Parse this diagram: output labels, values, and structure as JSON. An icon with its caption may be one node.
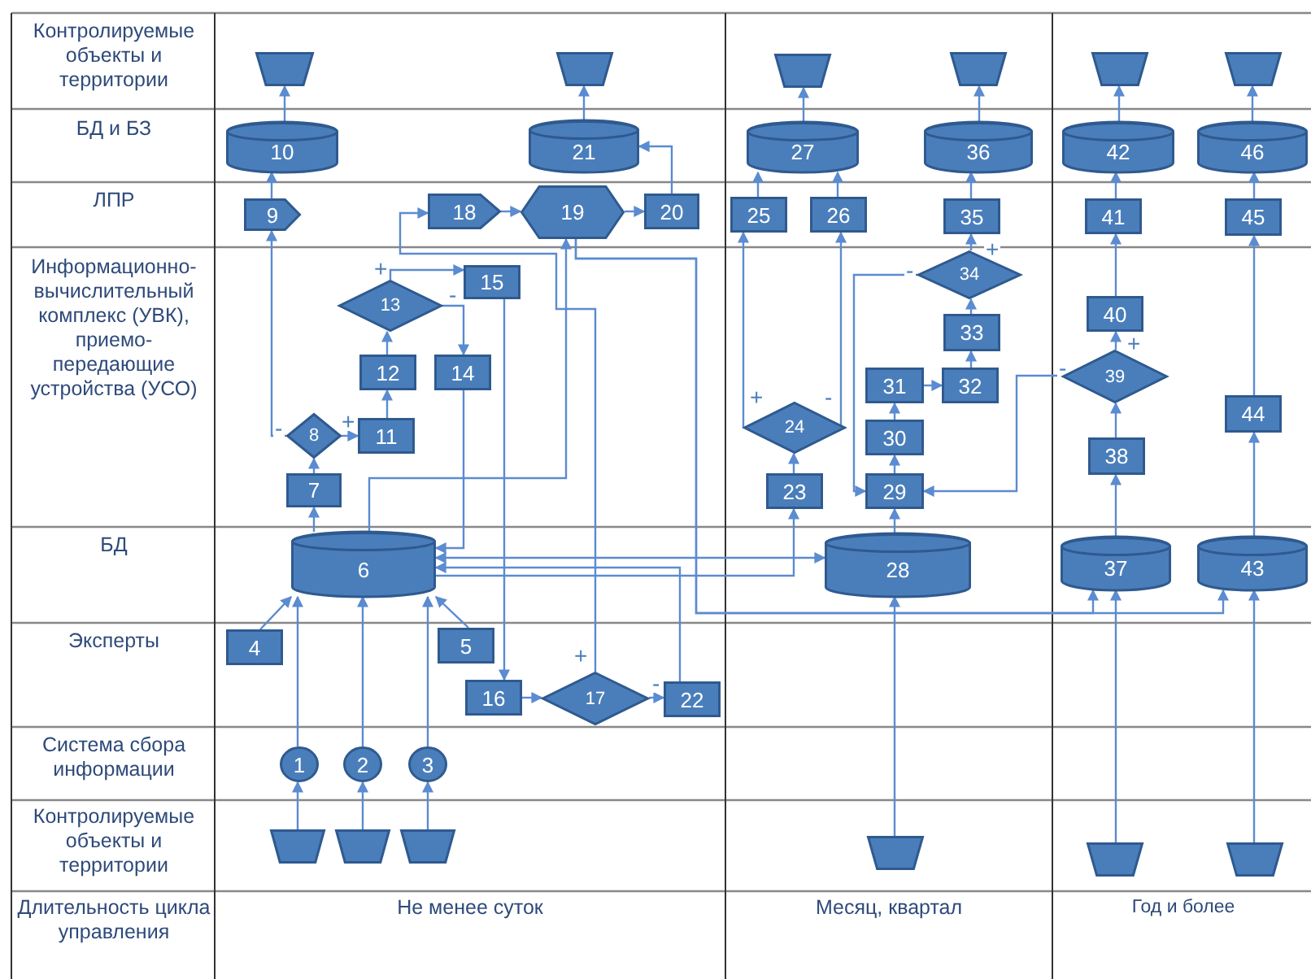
{
  "diagram": {
    "nodes": [
      {
        "text": [
          "1"
        ]
      },
      {
        "text": [
          "2"
        ]
      },
      {
        "text": [
          "3"
        ]
      },
      {
        "text": [
          "4"
        ]
      },
      {
        "text": [
          "5"
        ]
      },
      {
        "text": [
          "6"
        ]
      },
      {
        "text": [
          "7"
        ]
      },
      {
        "text": [
          "8"
        ]
      },
      {
        "text": [
          "9"
        ]
      },
      {
        "text": [
          "10"
        ]
      },
      {
        "text": [
          "11"
        ]
      },
      {
        "text": [
          "12"
        ]
      },
      {
        "text": [
          "13"
        ]
      },
      {
        "text": [
          "14"
        ]
      },
      {
        "text": [
          "15"
        ]
      },
      {
        "text": [
          "16"
        ]
      },
      {
        "text": [
          "17"
        ]
      },
      {
        "text": [
          "18"
        ]
      },
      {
        "text": [
          "19"
        ]
      },
      {
        "text": [
          "20"
        ]
      },
      {
        "text": [
          "21"
        ]
      },
      {
        "text": [
          "22"
        ]
      },
      {
        "text": [
          "23"
        ]
      },
      {
        "text": [
          "24"
        ]
      },
      {
        "text": [
          "25"
        ]
      },
      {
        "text": [
          "26"
        ]
      },
      {
        "text": [
          "27"
        ]
      },
      {
        "text": [
          "28"
        ]
      },
      {
        "text": [
          "29"
        ]
      },
      {
        "text": [
          "30"
        ]
      },
      {
        "text": [
          "31"
        ]
      },
      {
        "text": [
          "32"
        ]
      },
      {
        "text": [
          "33"
        ]
      },
      {
        "text": [
          "34"
        ]
      },
      {
        "text": [
          "35"
        ]
      },
      {
        "text": [
          "36"
        ]
      },
      {
        "text": [
          "37"
        ]
      },
      {
        "text": [
          "38"
        ]
      },
      {
        "text": [
          "39"
        ]
      },
      {
        "text": [
          "40"
        ]
      },
      {
        "text": [
          "41"
        ]
      },
      {
        "text": [
          "42"
        ]
      },
      {
        "text": [
          "43"
        ]
      },
      {
        "text": [
          "44"
        ]
      },
      {
        "text": [
          "45"
        ]
      },
      {
        "text": [
          "46"
        ]
      },
      {
        "text": [],
        "shape": "trapezoid"
      },
      {
        "text": [],
        "shape": "trapezoid"
      },
      {
        "text": [],
        "shape": "trapezoid"
      },
      {
        "text": [],
        "shape": "trapezoid"
      },
      {
        "text": [],
        "shape": "trapezoid"
      },
      {
        "text": [],
        "shape": "trapezoid"
      },
      {
        "text": [],
        "shape": "trapezoid"
      },
      {
        "text": [],
        "shape": "trapezoid"
      },
      {
        "text": [],
        "shape": "trapezoid"
      },
      {
        "text": [],
        "shape": "trapezoid"
      },
      {
        "text": [],
        "shape": "trapezoid"
      },
      {
        "text": [],
        "shape": "trapezoid"
      }
    ],
    "edges": [
      {
        "from": 52,
        "to": 0,
        "arrow": "to"
      },
      {
        "from": 53,
        "to": 1,
        "arrow": "to"
      },
      {
        "from": 54,
        "to": 2,
        "arrow": "to"
      },
      {
        "from": 0,
        "to": 5,
        "arrow": "to"
      },
      {
        "from": 1,
        "to": 5,
        "arrow": "to"
      },
      {
        "from": 2,
        "to": 5,
        "arrow": "to"
      },
      {
        "from": 3,
        "to": 5,
        "arrow": "to"
      },
      {
        "from": 4,
        "to": 5,
        "arrow": "to"
      },
      {
        "from": 5,
        "to": 6,
        "arrow": "to"
      },
      {
        "from": 6,
        "to": 7,
        "arrow": "to"
      },
      {
        "from": 7,
        "to": 8,
        "arrow": "to",
        "label": "-"
      },
      {
        "from": 7,
        "to": 10,
        "arrow": "to",
        "label": "+"
      },
      {
        "from": 8,
        "to": 9,
        "arrow": "to"
      },
      {
        "from": 9,
        "to": 46,
        "arrow": "to"
      },
      {
        "from": 10,
        "to": 11,
        "arrow": "to"
      },
      {
        "from": 11,
        "to": 12,
        "arrow": "to"
      },
      {
        "from": 12,
        "to": 14,
        "arrow": "to",
        "label": "+"
      },
      {
        "from": 12,
        "to": 13,
        "arrow": "to",
        "label": "-"
      },
      {
        "from": 13,
        "to": 5,
        "arrow": "to"
      },
      {
        "from": 14,
        "to": 15,
        "arrow": "to"
      },
      {
        "from": 15,
        "to": 16,
        "arrow": "to"
      },
      {
        "from": 16,
        "to": 21,
        "arrow": "to",
        "label": "-"
      },
      {
        "from": 16,
        "to": 17,
        "arrow": "to",
        "label": "+"
      },
      {
        "from": 17,
        "to": 18,
        "arrow": "to"
      },
      {
        "from": 18,
        "to": 19,
        "arrow": "to"
      },
      {
        "from": 19,
        "to": 20,
        "arrow": "to"
      },
      {
        "from": 20,
        "to": 47,
        "arrow": "to"
      },
      {
        "from": 5,
        "to": 18,
        "arrow": "to"
      },
      {
        "from": 18,
        "to": 36,
        "arrow": "to"
      },
      {
        "from": 18,
        "to": 42,
        "arrow": "to"
      },
      {
        "from": 21,
        "to": 5,
        "arrow": "to"
      },
      {
        "from": 5,
        "to": 22,
        "arrow": "to"
      },
      {
        "from": 5,
        "to": 27,
        "arrow": "both"
      },
      {
        "from": 22,
        "to": 23,
        "arrow": "to"
      },
      {
        "from": 23,
        "to": 24,
        "arrow": "to",
        "label": "+"
      },
      {
        "from": 23,
        "to": 25,
        "arrow": "to",
        "label": "-"
      },
      {
        "from": 24,
        "to": 26,
        "arrow": "to"
      },
      {
        "from": 25,
        "to": 26,
        "arrow": "to"
      },
      {
        "from": 26,
        "to": 48,
        "arrow": "to"
      },
      {
        "from": 55,
        "to": 27,
        "arrow": "to"
      },
      {
        "from": 27,
        "to": 28,
        "arrow": "to"
      },
      {
        "from": 28,
        "to": 29,
        "arrow": "to"
      },
      {
        "from": 29,
        "to": 30,
        "arrow": "to"
      },
      {
        "from": 30,
        "to": 31,
        "arrow": "to"
      },
      {
        "from": 31,
        "to": 32,
        "arrow": "to"
      },
      {
        "from": 32,
        "to": 33,
        "arrow": "to"
      },
      {
        "from": 33,
        "to": 34,
        "arrow": "to",
        "label": "+"
      },
      {
        "from": 33,
        "to": 28,
        "arrow": "to",
        "label": "-"
      },
      {
        "from": 34,
        "to": 35,
        "arrow": "to"
      },
      {
        "from": 35,
        "to": 49,
        "arrow": "to"
      },
      {
        "from": 56,
        "to": 36,
        "arrow": "to"
      },
      {
        "from": 36,
        "to": 37,
        "arrow": "to"
      },
      {
        "from": 37,
        "to": 38,
        "arrow": "to"
      },
      {
        "from": 38,
        "to": 39,
        "arrow": "to",
        "label": "+"
      },
      {
        "from": 38,
        "to": 28,
        "arrow": "to",
        "label": "-"
      },
      {
        "from": 39,
        "to": 40,
        "arrow": "to"
      },
      {
        "from": 40,
        "to": 41,
        "arrow": "to"
      },
      {
        "from": 41,
        "to": 50,
        "arrow": "to"
      },
      {
        "from": 57,
        "to": 42,
        "arrow": "to"
      },
      {
        "from": 42,
        "to": 43,
        "arrow": "to"
      },
      {
        "from": 43,
        "to": 44,
        "arrow": "to"
      },
      {
        "from": 44,
        "to": 45,
        "arrow": "to"
      },
      {
        "from": 45,
        "to": 51,
        "arrow": "to"
      }
    ],
    "labels": [
      "Контролируемые объекты и территории",
      "БД и БЗ",
      "ЛПР",
      "Информационно-вычислительный комплекс (УВК), приемо-передающие устройства (УСО)",
      "БД",
      "Эксперты",
      "Система сбора информации",
      "Контролируемые объекты и территории",
      "Длительность цикла управления",
      "Не менее суток",
      "Месяц, квартал",
      "Год и более"
    ]
  }
}
